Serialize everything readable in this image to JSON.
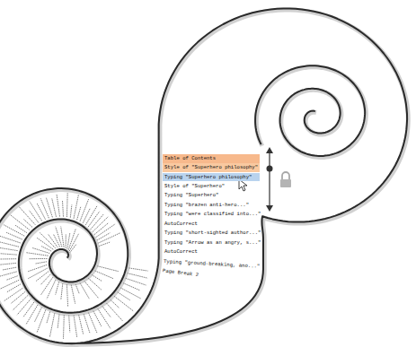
{
  "diagram": {
    "labels": [
      "Table of Contents",
      "Style of \"Superhero philosophy\"",
      "Typing \"Superhero philosophy\"",
      "Style of \"Superhero\"",
      "Typing \"Superhero\"",
      "Typing \"brazen anti-hero...\"",
      "Typing \"were classified into...\"",
      "AutoCorrect",
      "Typing \"short-sighted author...\"",
      "Typing \"Arrow as an angry, s...\"",
      "AutoCorrect",
      "Typing \"ground-breaking, ano...\"",
      "Page Break 2"
    ]
  }
}
